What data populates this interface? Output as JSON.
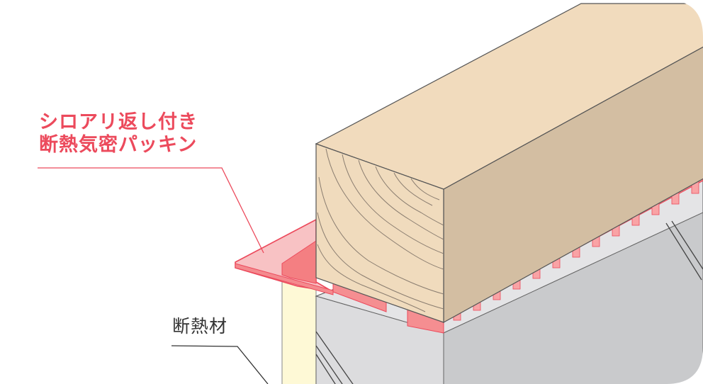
{
  "labels": {
    "gasket_line1": "シロアリ返し付き",
    "gasket_line2": "断熱気密パッキン",
    "insulation": "断熱材"
  },
  "colors": {
    "gasket_accent": "#ec4a5c",
    "gasket_fill": "#f7a6a6",
    "wood_front": "#f0dbbd",
    "wood_side": "#d3bea2",
    "wood_top": "#f1dbbd",
    "concrete_front": "#dcdcde",
    "concrete_side": "#c9cacc",
    "insulation": "#fef9d6",
    "leader_text": "#333333"
  },
  "diagram": {
    "subject": "wood sill on concrete foundation with termite-barrier insulating airtight gasket",
    "callouts": [
      {
        "id": "gasket",
        "text_ref": "labels.gasket_line1 + labels.gasket_line2"
      },
      {
        "id": "insulation",
        "text_ref": "labels.insulation"
      }
    ]
  }
}
